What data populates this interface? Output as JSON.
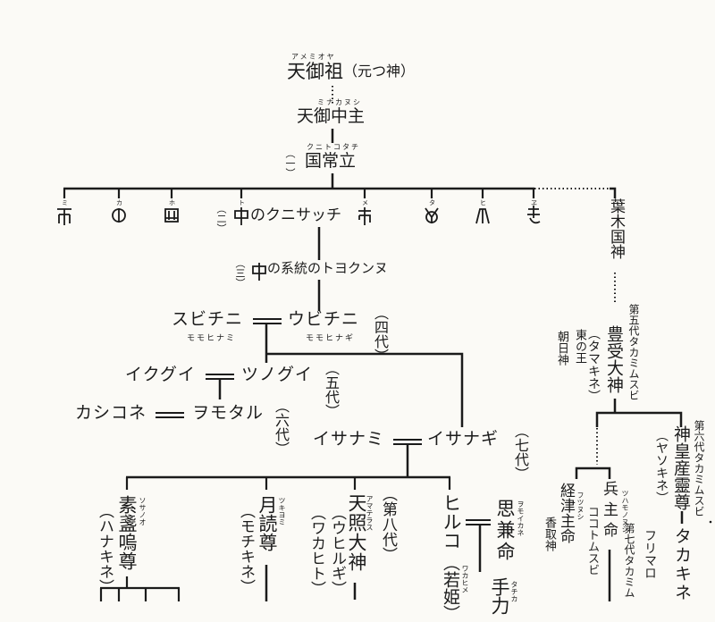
{
  "colors": {
    "ink": "#1b1b1b",
    "paper": "#fbfaf6"
  },
  "top": {
    "amemioya": {
      "name": "天御祖",
      "ruby": "アメミオヤ",
      "note": "（元つ神）"
    },
    "minakanushi": {
      "name": "天御中主",
      "ruby": "ミナカヌシ"
    },
    "kunitokotachi": {
      "num": "（一）",
      "name": "国常立",
      "ruby": "クニトコタチ"
    }
  },
  "eight_branches": [
    {
      "ruby": "ミ",
      "glyph": "woshite-mi-icon"
    },
    {
      "ruby": "カ",
      "glyph": "woshite-ka-icon"
    },
    {
      "ruby": "ホ",
      "glyph": "woshite-ho-icon"
    },
    {
      "ruby": "ト",
      "glyph": "woshite-to-icon"
    },
    {
      "ruby": "メ",
      "glyph": "woshite-me-icon"
    },
    {
      "ruby": "タ",
      "glyph": "woshite-ta-icon"
    },
    {
      "ruby": "ヒ",
      "glyph": "woshite-hi-icon"
    },
    {
      "ruby": "ヱ",
      "glyph": "woshite-we-icon"
    }
  ],
  "kunisatsuchi": {
    "num": "（二）",
    "text": "のクニサッチ"
  },
  "toyokunnu": {
    "num": "（三）",
    "text": "の系統のトヨクンヌ"
  },
  "generations": {
    "gen4": {
      "left": "スビチニ",
      "left_sub": "モモヒナミ",
      "right": "ウビチニ",
      "right_sub": "モモヒナギ",
      "label": "（四代）"
    },
    "gen5": {
      "left": "イクグイ",
      "right": "ツノグイ",
      "label": "（五代）"
    },
    "gen6": {
      "left": "カシコネ",
      "right": "ヲモタル",
      "label": "（六代）"
    },
    "gen7": {
      "left": "イサナミ",
      "right": "イサナギ",
      "label": "（七代）"
    }
  },
  "children": {
    "susanoo": {
      "name": "素盞嗚尊",
      "ruby": "ソサノオ",
      "alias": "（ハナキネ）"
    },
    "tsukiyomi": {
      "name": "月読尊",
      "ruby": "ツキヨミ",
      "alias": "（モチキネ）"
    },
    "amaterasu": {
      "name": "天照大神",
      "ruby": "アマテラス",
      "alias1": "（ウヒルギ）",
      "alias2": "（ワカヒト）",
      "label": "（第八代）"
    },
    "hiruko": {
      "name": "ヒルコ",
      "alias": "（若姫）",
      "ruby": "ワカヒメ"
    },
    "omoikane": {
      "name": "思兼命",
      "ruby": "ヲモイカネ"
    },
    "tachikara": {
      "name": "手力",
      "ruby": "タチカ"
    }
  },
  "right_branch": {
    "hakikuni": "葉木国神",
    "toyouke": {
      "name": "豊受大神",
      "alias": "（タマキネ）",
      "title": "第五代タカミムスビ",
      "note1": "東の王",
      "note2": "朝日神"
    },
    "kamimusubi": {
      "name": "神皇産靈尊",
      "alias": "（ヤソキネ）",
      "title": "第六代タカミムスビ"
    },
    "takakine": {
      "name": "タカキネ",
      "alias": "フリマロ",
      "title": "第七代タカミム"
    },
    "tsuhamononushi": {
      "name": "兵主命",
      "ruby": "ツハモノヌシ",
      "alias": "ココトムスビ"
    },
    "futsunushi": {
      "name": "経津主命",
      "ruby": "フツヌシ",
      "alias": "香取神"
    }
  }
}
